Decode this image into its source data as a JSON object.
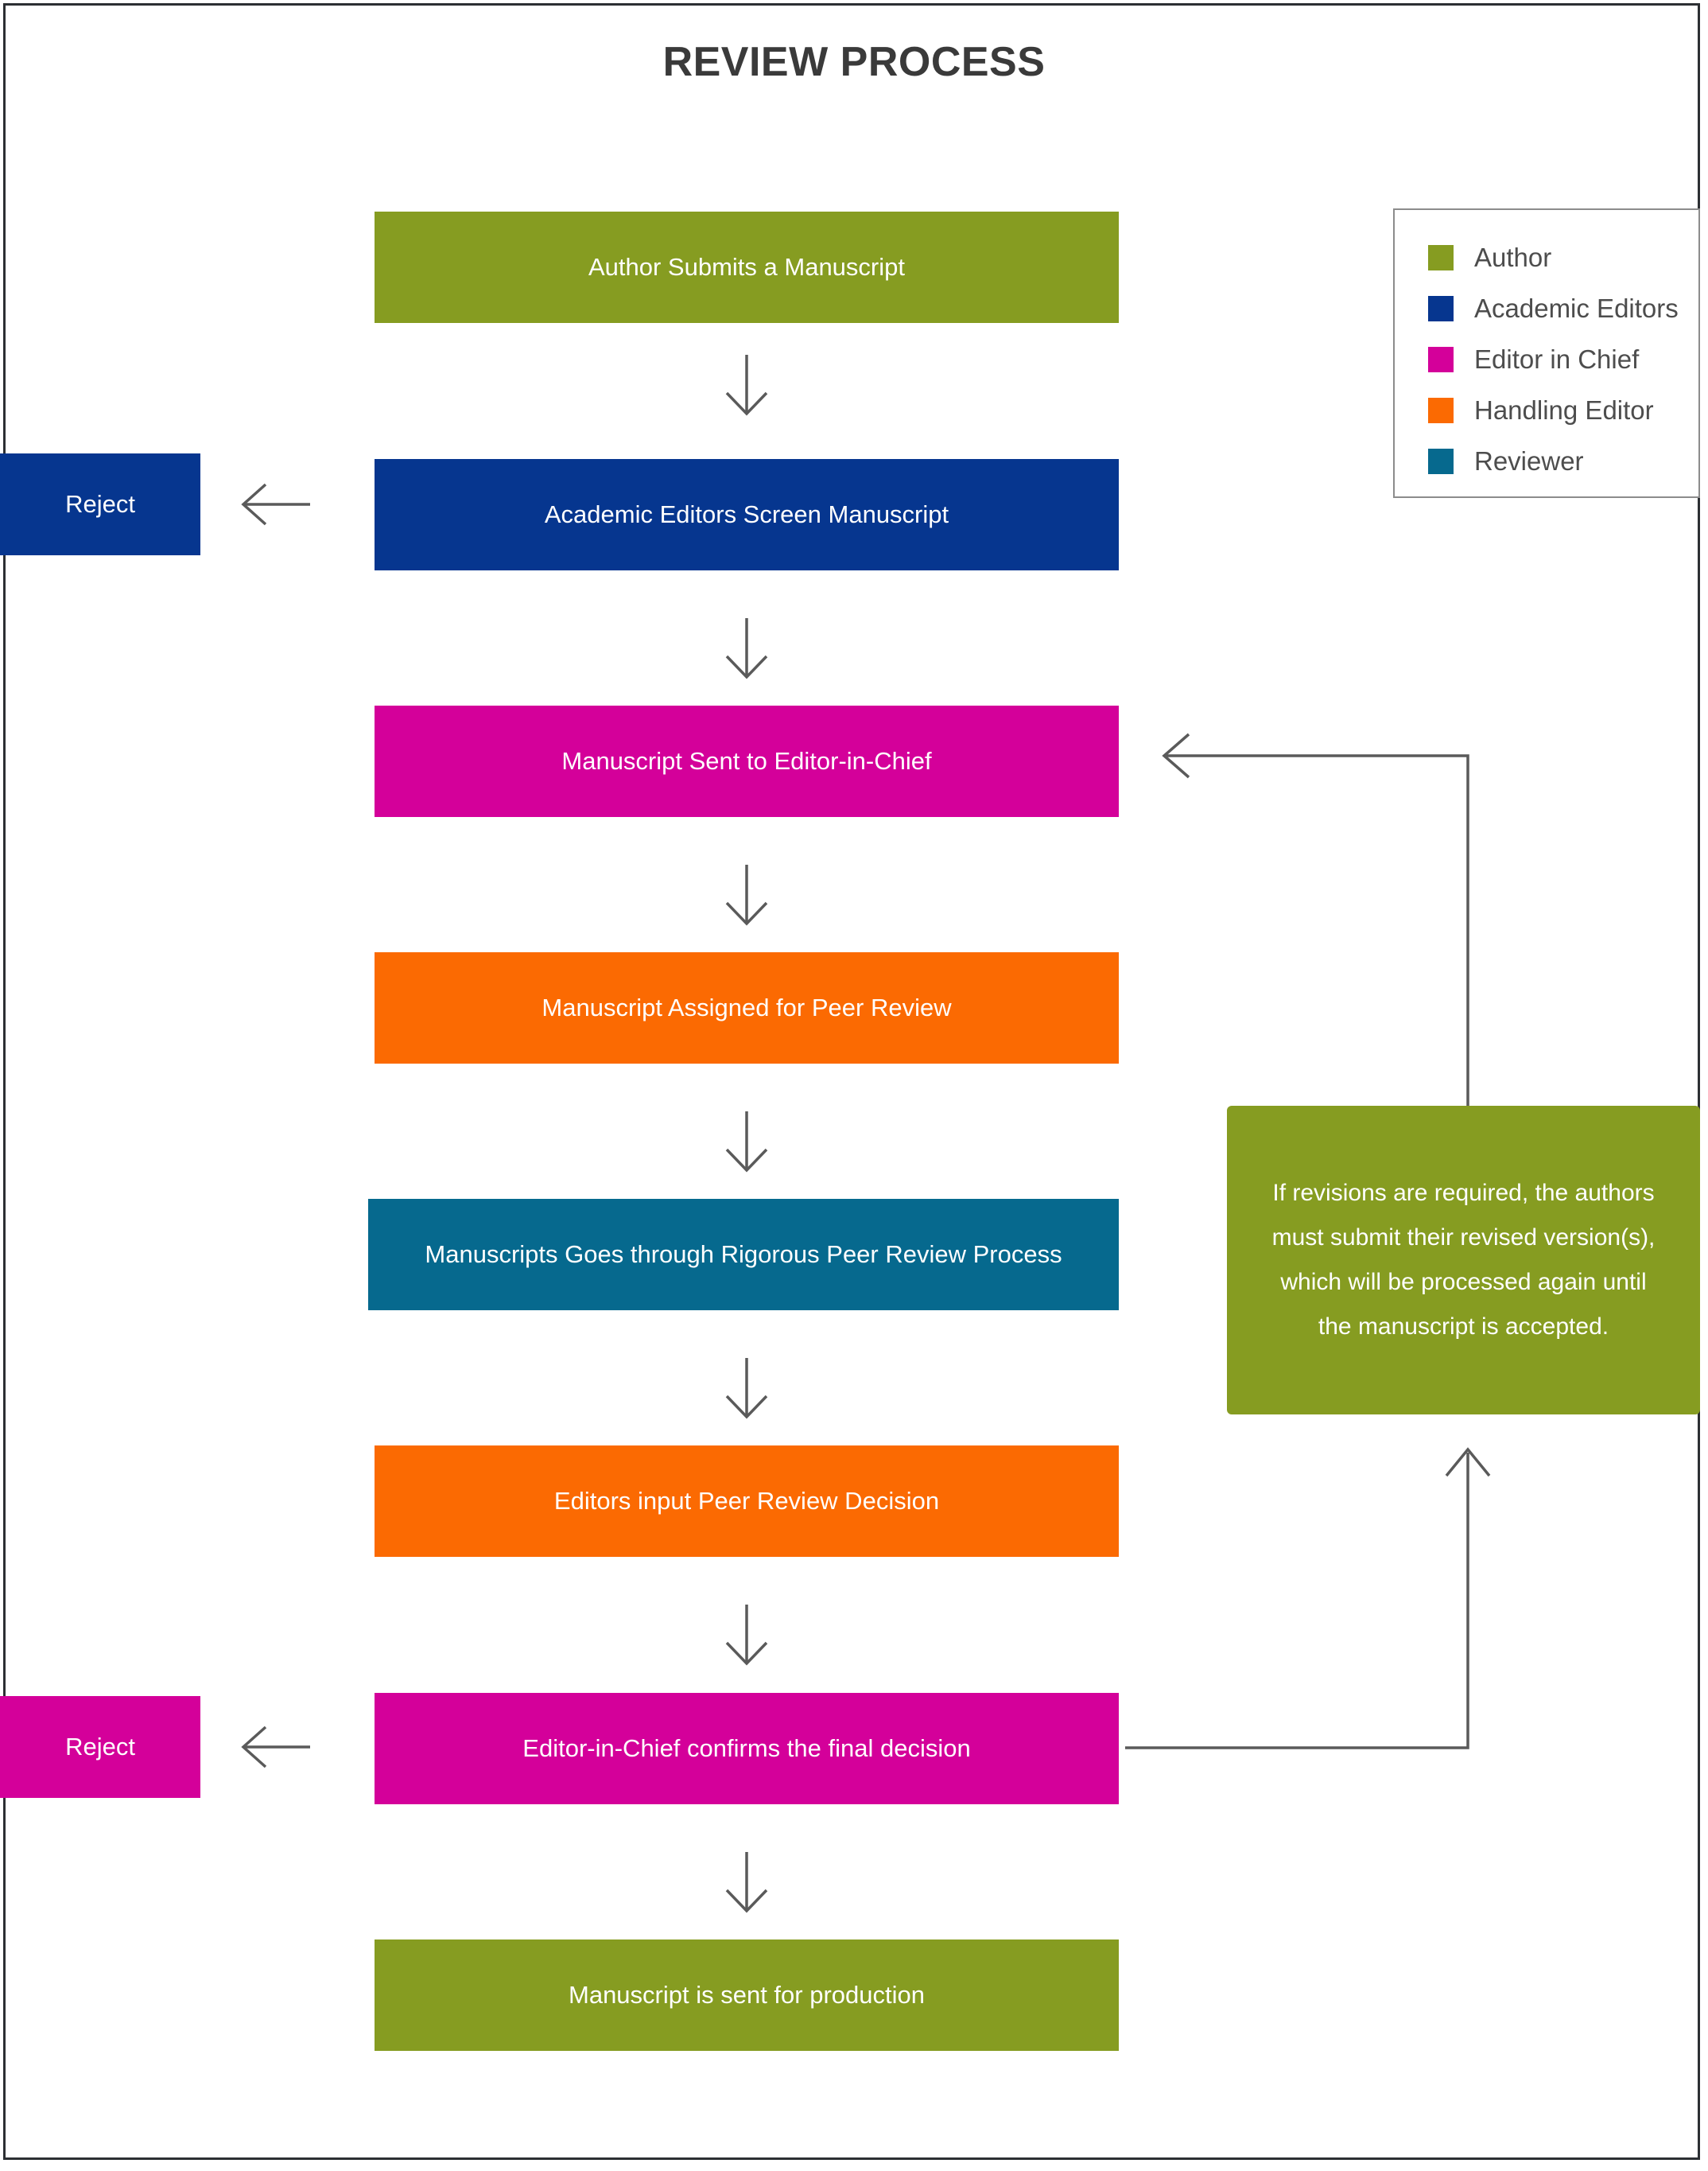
{
  "page": {
    "title": "REVIEW PROCESS",
    "border_color": "#2c2f33",
    "background": "#ffffff"
  },
  "colors": {
    "author_green": "#869C21",
    "academic_blue": "#06368F",
    "editor_chief_magenta": "#D4009A",
    "handling_orange": "#FB6A02",
    "reviewer_teal": "#06698E",
    "connector_gray": "#5a5a5a",
    "legend_border": "#8c8c8c",
    "text_dark": "#4d4d4d"
  },
  "legend": {
    "items": [
      {
        "label": "Author",
        "color": "#869C21"
      },
      {
        "label": "Academic Editors",
        "color": "#06368F"
      },
      {
        "label": "Editor in Chief",
        "color": "#D4009A"
      },
      {
        "label": "Handling Editor",
        "color": "#FB6A02"
      },
      {
        "label": "Reviewer",
        "color": "#06698E"
      }
    ]
  },
  "flow": {
    "nodes": [
      {
        "id": "submit",
        "label": "Author Submits a Manuscript",
        "color": "#869C21"
      },
      {
        "id": "screen",
        "label": "Academic Editors Screen Manuscript",
        "color": "#06368F"
      },
      {
        "id": "to-eic",
        "label": "Manuscript Sent to Editor-in-Chief",
        "color": "#D4009A"
      },
      {
        "id": "assign",
        "label": "Manuscript Assigned for Peer Review",
        "color": "#FB6A02"
      },
      {
        "id": "peer-review",
        "label": "Manuscripts Goes through Rigorous Peer Review Process",
        "color": "#06698E"
      },
      {
        "id": "decision",
        "label": "Editors input Peer Review Decision",
        "color": "#FB6A02"
      },
      {
        "id": "final",
        "label": "Editor-in-Chief confirms the final decision",
        "color": "#D4009A"
      },
      {
        "id": "production",
        "label": "Manuscript is sent for production",
        "color": "#869C21"
      }
    ],
    "reject_screen": {
      "label": "Reject",
      "color": "#06368F"
    },
    "reject_final": {
      "label": "Reject",
      "color": "#D4009A"
    },
    "note": {
      "color": "#869C21",
      "lines": [
        "If revisions are required, the authors",
        "must submit their revised version(s),",
        "which will be processed again until",
        "the manuscript  is accepted."
      ]
    }
  }
}
